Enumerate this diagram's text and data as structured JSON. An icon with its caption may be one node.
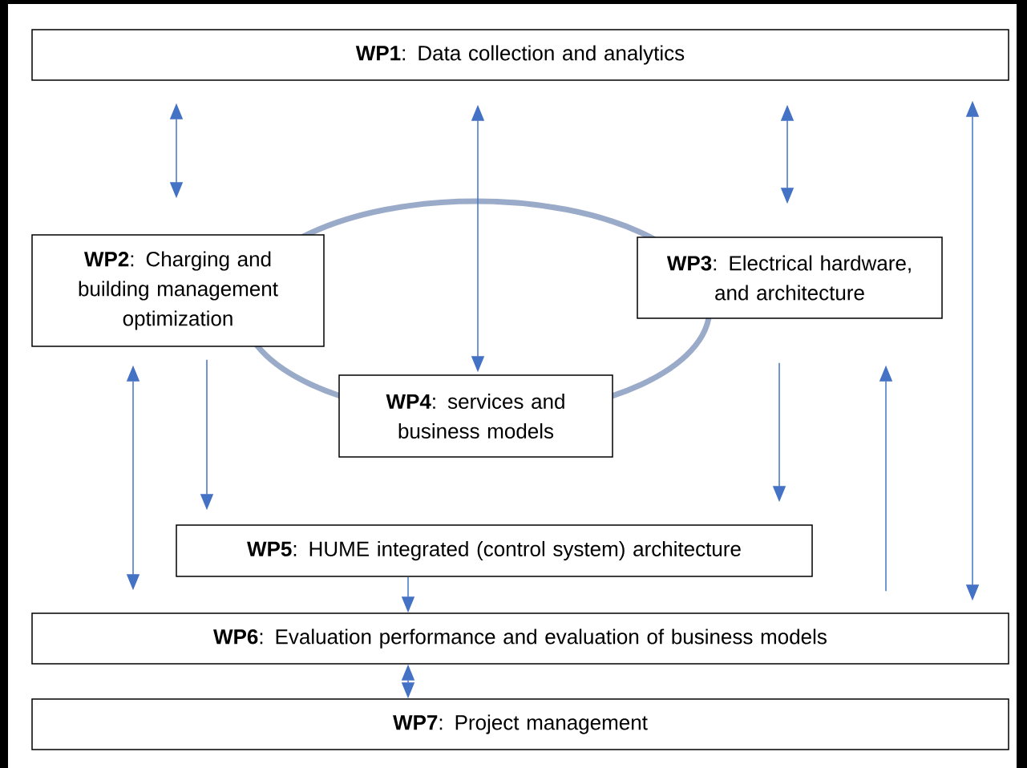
{
  "diagram": {
    "nodes": [
      {
        "text": [
          "**WP1**: Data collection and analytics"
        ]
      },
      {
        "text": [
          "**WP2**: Charging and building management optimization"
        ]
      },
      {
        "text": [
          "**WP3**: Electrical hardware, and architecture"
        ]
      },
      {
        "text": [
          "**WP4**: services and business models"
        ]
      },
      {
        "text": [
          "**WP5**: HUME integrated (control system) architecture"
        ]
      },
      {
        "text": [
          "**WP6**: Evaluation performance and evaluation of business models"
        ]
      },
      {
        "text": [
          "**WP7**: Project management"
        ]
      }
    ],
    "edges": [
      {
        "from": 0,
        "to": 1,
        "arrow": "both"
      },
      {
        "from": 0,
        "to": 3,
        "arrow": "both"
      },
      {
        "from": 0,
        "to": 2,
        "arrow": "both"
      },
      {
        "from": 0,
        "to": 5,
        "arrow": "both"
      },
      {
        "from": 1,
        "to": 5,
        "arrow": "both"
      },
      {
        "from": 1,
        "to": 4,
        "arrow": "to"
      },
      {
        "from": 2,
        "to": 4,
        "arrow": "to"
      },
      {
        "from": 5,
        "to": 2,
        "arrow": "to"
      },
      {
        "from": 4,
        "to": 5,
        "arrow": "to"
      },
      {
        "from": 5,
        "to": 6,
        "arrow": "both"
      }
    ]
  }
}
